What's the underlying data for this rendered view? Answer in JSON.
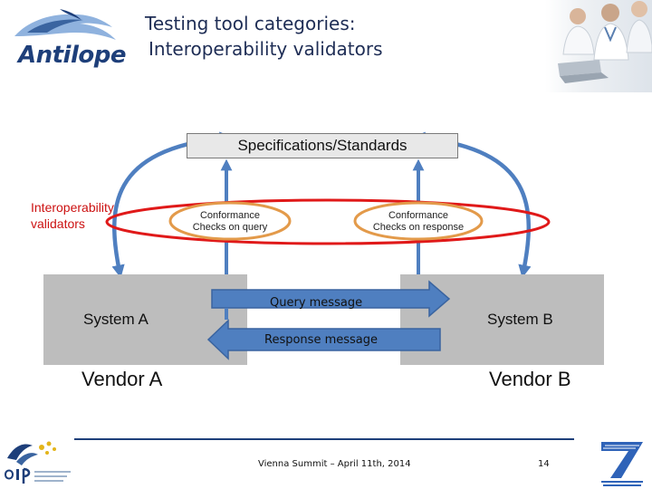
{
  "logo": {
    "text": "Antilope"
  },
  "title": {
    "line1": "Testing tool categories:",
    "line2": "Interoperability validators"
  },
  "diagram": {
    "spec_box": "Specifications/Standards",
    "validators_label": {
      "line1": "Interoperability",
      "line2": "validators"
    },
    "conformance_query": {
      "line1": "Conformance",
      "line2": "Checks on query"
    },
    "conformance_response": {
      "line1": "Conformance",
      "line2": "Checks on response"
    },
    "system_a": "System A",
    "system_b": "System B",
    "vendor_a": "Vendor A",
    "vendor_b": "Vendor B",
    "query_message": "Query message",
    "response_message": "Response message"
  },
  "footer": {
    "text": "Vienna Summit – April 11th, 2014",
    "page_number": "14"
  },
  "colors": {
    "arrow_blue": "#4f7fc0",
    "arrow_stroke": "#3a64a0",
    "ellipse_orange": "#e39a4a",
    "ellipse_red": "#e01919",
    "title": "#1e2d55",
    "system_gray": "#bdbdbd"
  }
}
